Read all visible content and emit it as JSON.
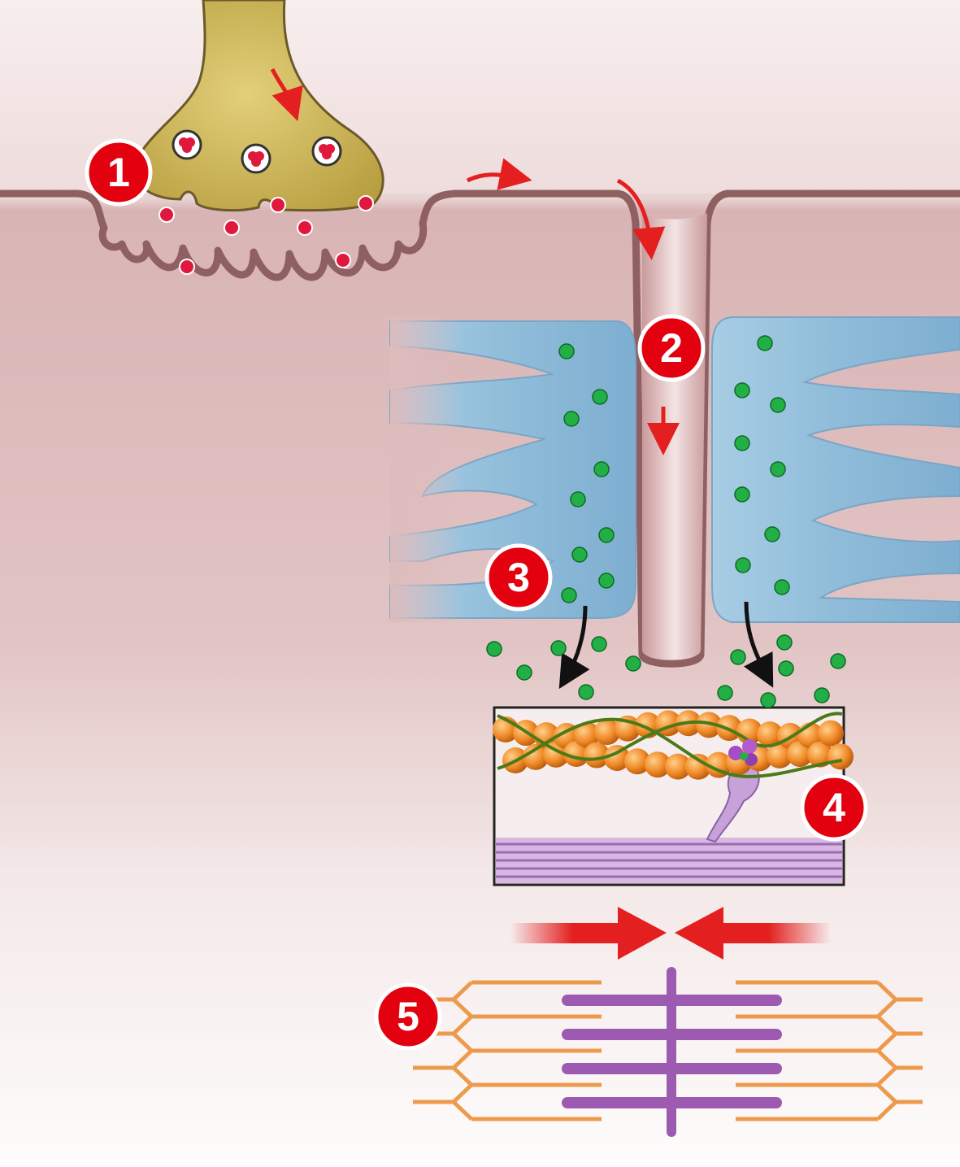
{
  "steps": [
    {
      "label": "1"
    },
    {
      "label": "2"
    },
    {
      "label": "3"
    },
    {
      "label": "4"
    },
    {
      "label": "5"
    }
  ],
  "colors": {
    "background_top": "#d8b3b4",
    "background_bottom": "#fdfbfc",
    "cell_membrane": "#8f6062",
    "axon_terminal": "#c9b45a",
    "vesicle": "#e0183d",
    "reticulum": "#8db9d6",
    "calcium_ion": "#22b046",
    "actin": "#f08a28",
    "tropomyosin": "#4c7a18",
    "myosin": "#b58ac8",
    "arrow_red": "#e41f1f",
    "badge": "#e3000f",
    "sarcomere_actin": "#ee9a4c",
    "sarcomere_myosin": "#9c5ab0"
  },
  "icons": {
    "step_badge": "red-circle-numbered-badge",
    "signal_arrow": "red-arrow-icon",
    "release_arrow": "black-curved-arrow-icon",
    "contraction_arrow": "red-converging-arrow-icon"
  }
}
